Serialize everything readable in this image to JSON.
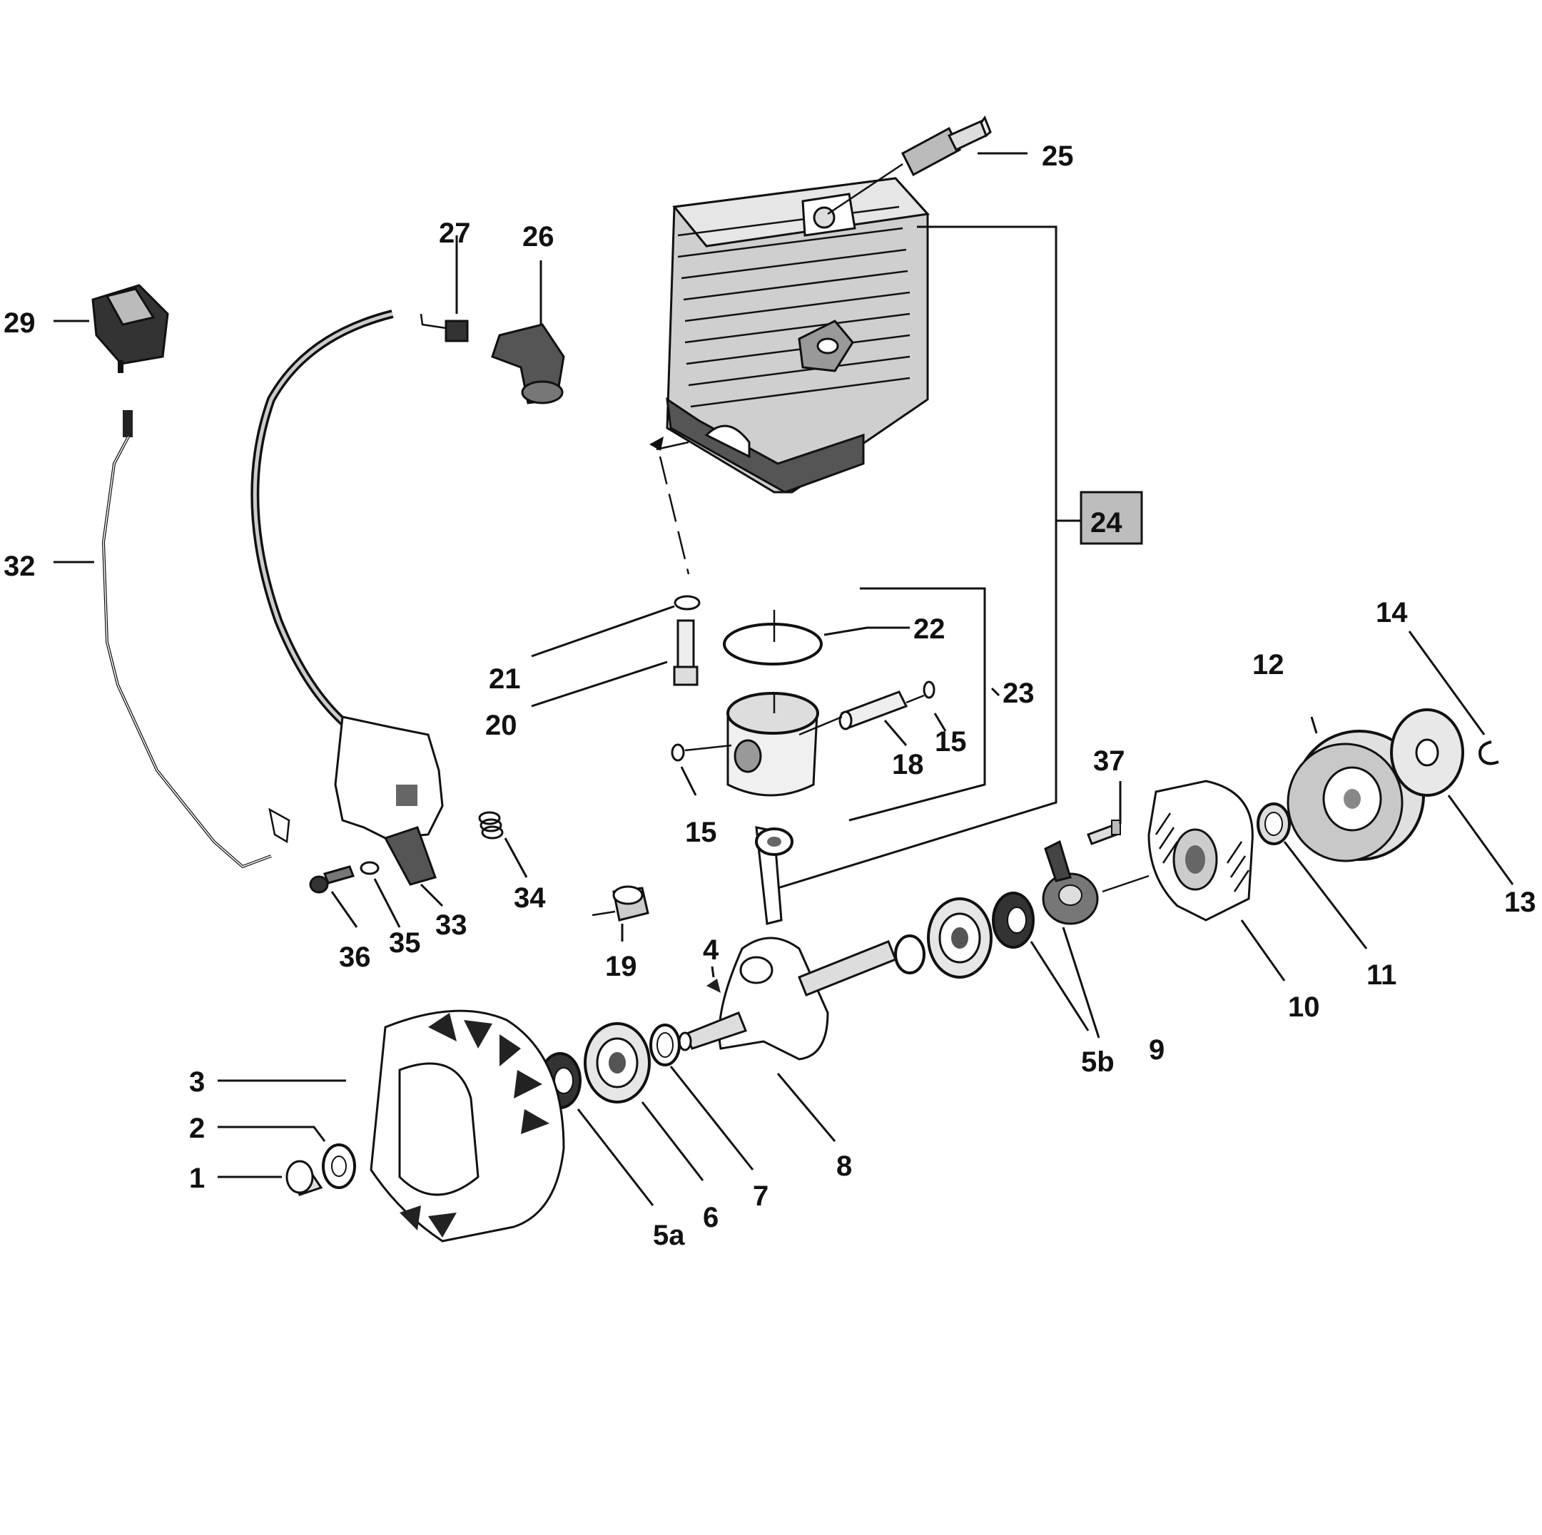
{
  "diagram": {
    "labels": {
      "l1": "1",
      "l2": "2",
      "l3": "3",
      "l4": "4",
      "l5a": "5a",
      "l5b": "5b",
      "l6": "6",
      "l7": "7",
      "l8": "8",
      "l9": "9",
      "l10": "10",
      "l11": "11",
      "l12": "12",
      "l13": "13",
      "l14": "14",
      "l15a": "15",
      "l15b": "15",
      "l18": "18",
      "l19": "19",
      "l20": "20",
      "l21": "21",
      "l22": "22",
      "l23": "23",
      "l24": "24",
      "l25": "25",
      "l26": "26",
      "l27": "27",
      "l29": "29",
      "l32": "32",
      "l33": "33",
      "l34": "34",
      "l35": "35",
      "l36": "36",
      "l37": "37"
    },
    "colors": {
      "line": "#111111",
      "part_light": "#d9d9d9",
      "part_mid": "#a8a8a8",
      "part_dark": "#3a3a3a",
      "badge_fill": "#bdbdbd"
    }
  }
}
